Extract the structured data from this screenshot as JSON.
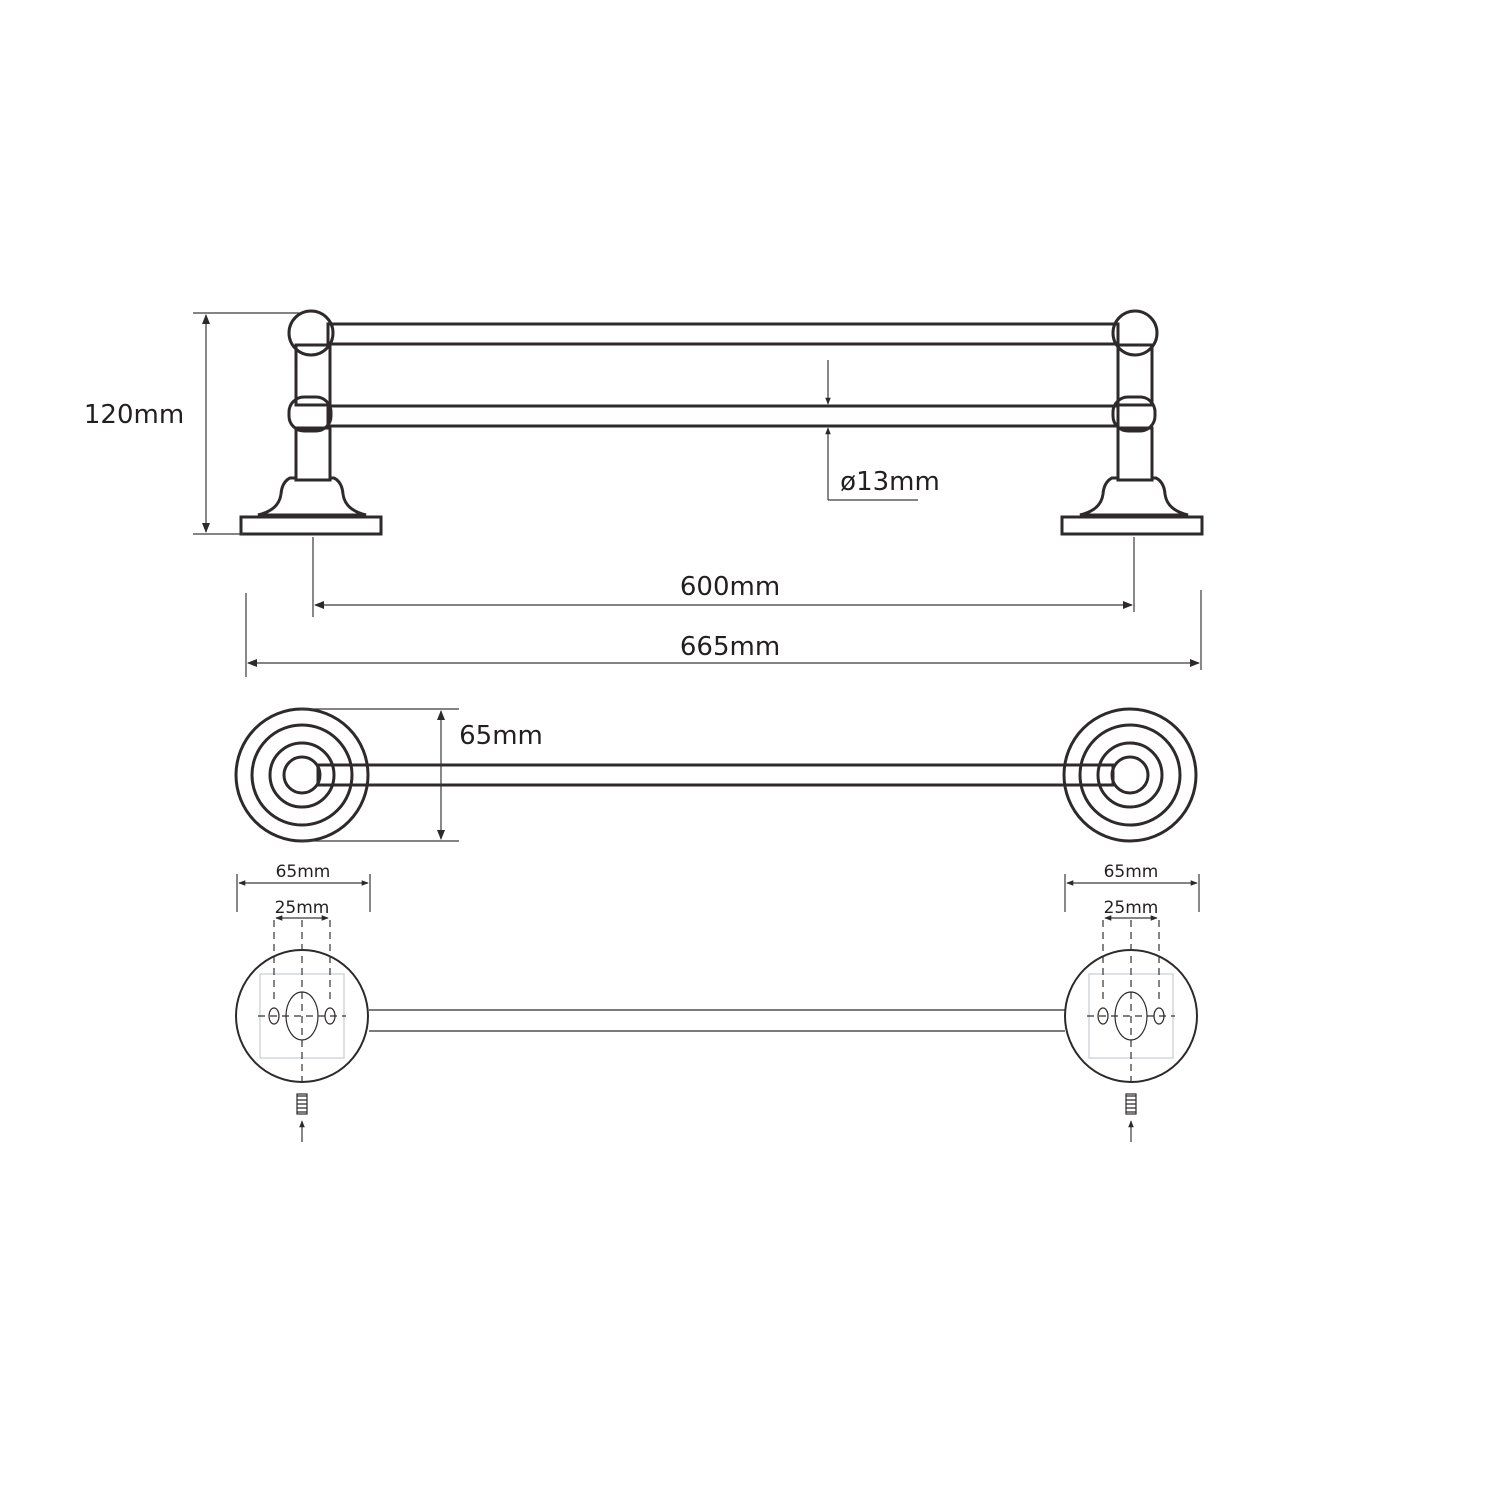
{
  "dimensions": {
    "height_label": "120mm",
    "diameter_label": "ø13mm",
    "bar_span_label": "600mm",
    "overall_length_label": "665mm",
    "top_view_diameter_label": "65mm",
    "left_base_width_label": "65mm",
    "left_hole_spacing_label": "25mm",
    "right_base_width_label": "65mm",
    "right_hole_spacing_label": "25mm"
  }
}
